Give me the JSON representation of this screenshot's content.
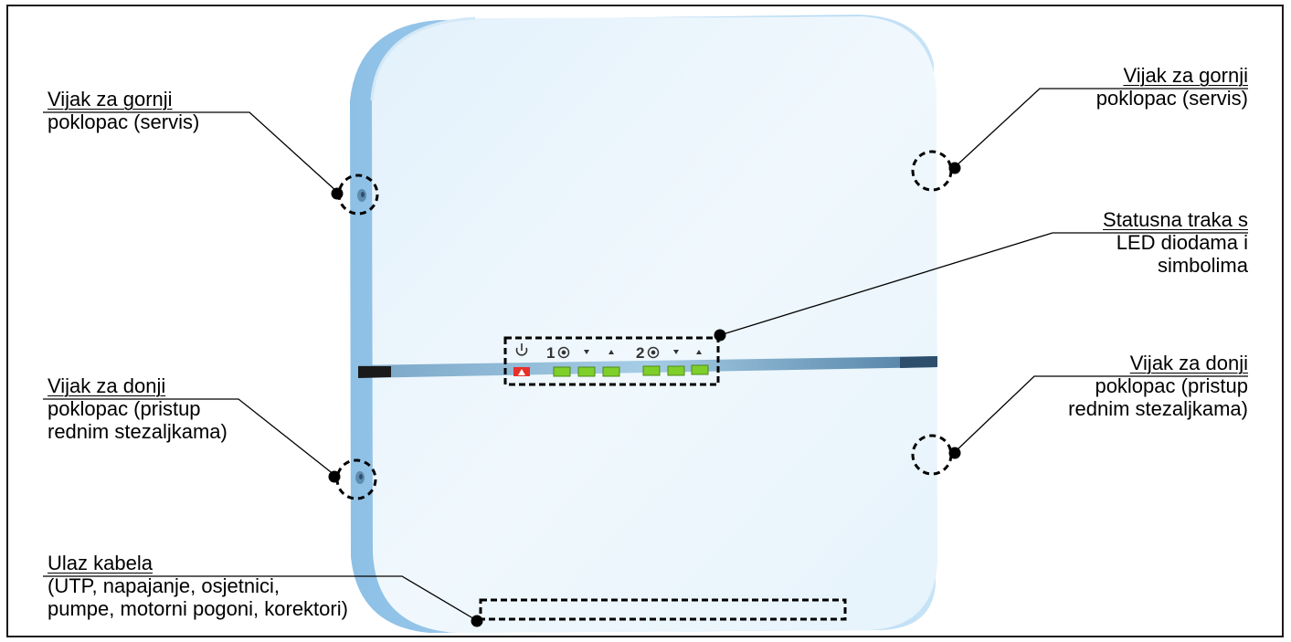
{
  "callouts": {
    "upper_cover_screw_left": {
      "lines": [
        "Vijak za gornji",
        "poklopac (servis)"
      ]
    },
    "lower_cover_screw_left": {
      "lines": [
        "Vijak za donji",
        "poklopac (pristup",
        "rednim stezaljkama)"
      ]
    },
    "cable_inlet": {
      "lines": [
        "Ulaz kabela",
        "(UTP, napajanje, osjetnici,",
        "pumpe, motorni pogoni, korektori)"
      ]
    },
    "upper_cover_screw_right": {
      "lines": [
        "Vijak za gornji",
        "poklopac (servis)"
      ]
    },
    "status_bar": {
      "lines": [
        "Statusna traka s",
        "LED diodama i",
        "simbolima"
      ]
    },
    "lower_cover_screw_right": {
      "lines": [
        "Vijak za donji",
        "poklopac (pristup",
        "rednim stezaljkama)"
      ]
    }
  },
  "status_panel": {
    "circuit_1_label": "1",
    "circuit_2_label": "2",
    "power_symbol": "power-icon",
    "led_colors": {
      "power": "#e8302a",
      "ok": "#7fcf2a"
    }
  }
}
